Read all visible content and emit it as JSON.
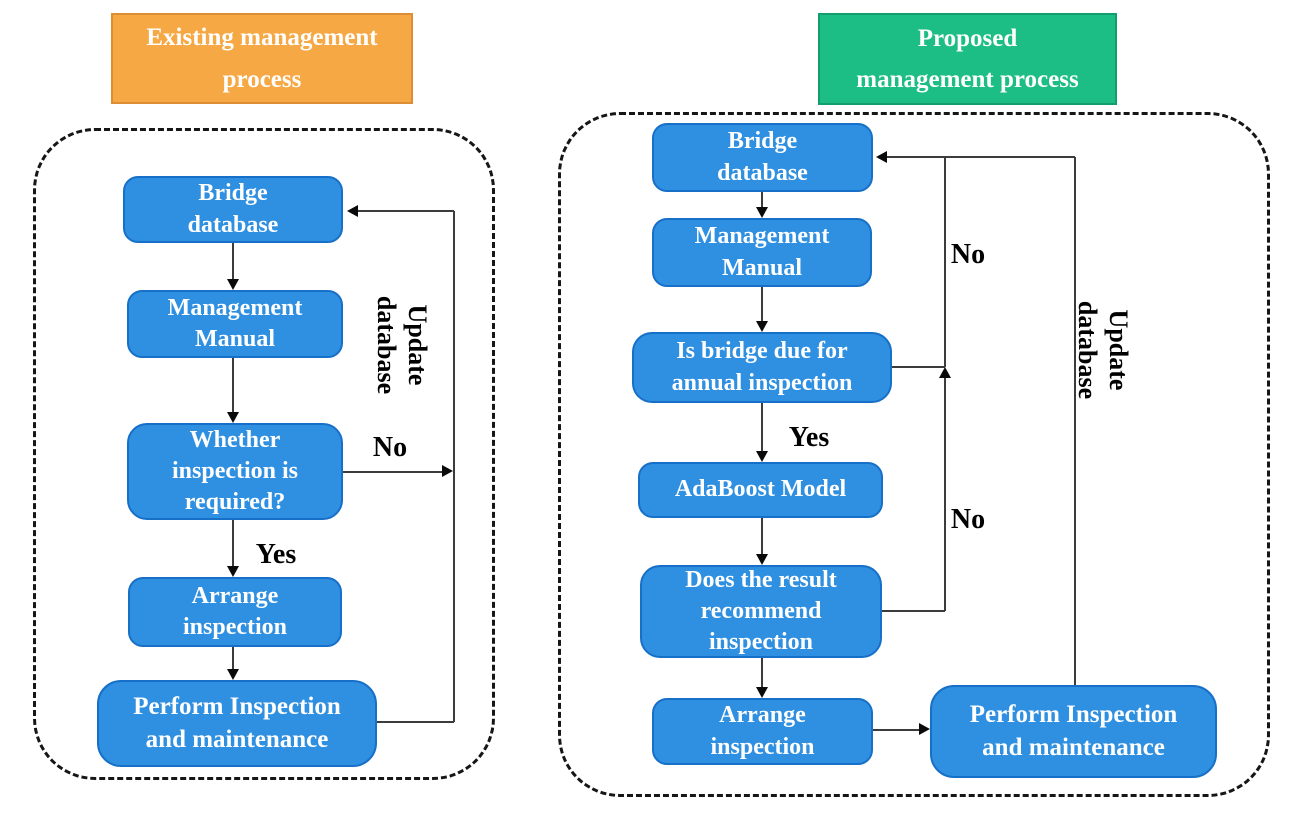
{
  "diagram": {
    "type": "flowchart-comparison",
    "node_fill": "#2F8FE0",
    "node_border": "#1770C8",
    "line_color": "#3c3c3c",
    "existing": {
      "title": "Existing management\nprocess",
      "title_bg": "#F6A845",
      "title_border": "#DB8E33",
      "nodes": {
        "bridge_database": "Bridge\ndatabase",
        "management_manual": "Management\nManual",
        "inspection_required": "Whether\ninspection is\nrequired?",
        "arrange_inspection": "Arrange\ninspection",
        "perform_inspection": "Perform Inspection\nand maintenance"
      },
      "labels": {
        "yes": "Yes",
        "no": "No",
        "update_database": "Update\ndatabase"
      },
      "edges": [
        "Bridge database -> Management Manual",
        "Management Manual -> Whether inspection is required?",
        "Whether inspection is required? -(Yes)-> Arrange inspection",
        "Whether inspection is required? -(No)-> Update database loop",
        "Arrange inspection -> Perform Inspection and maintenance",
        "Perform Inspection and maintenance -(Update database)-> Bridge database"
      ]
    },
    "proposed": {
      "title": "Proposed\nmanagement process",
      "title_bg": "#1CBE85",
      "title_border": "#129E6D",
      "nodes": {
        "bridge_database": "Bridge\ndatabase",
        "management_manual": "Management\nManual",
        "due_for_inspection": "Is bridge due for\nannual inspection",
        "adaboost_model": "AdaBoost Model",
        "result_recommend": "Does the result\nrecommend\ninspection",
        "arrange_inspection": "Arrange\ninspection",
        "perform_inspection": "Perform Inspection\nand maintenance"
      },
      "labels": {
        "yes": "Yes",
        "no_top": "No",
        "no_bottom": "No",
        "update_database": "Update\ndatabase"
      },
      "edges": [
        "Bridge database -> Management Manual",
        "Management Manual -> Is bridge due for annual inspection",
        "Is bridge due for annual inspection -(Yes)-> AdaBoost Model",
        "Is bridge due for annual inspection -(No)-> Bridge database",
        "AdaBoost Model -> Does the result recommend inspection",
        "Does the result recommend inspection -(No)-> merge into No loop",
        "Does the result recommend inspection -> Arrange inspection",
        "Arrange inspection -> Perform Inspection and maintenance",
        "Perform Inspection and maintenance -(Update database)-> Bridge database"
      ]
    }
  }
}
